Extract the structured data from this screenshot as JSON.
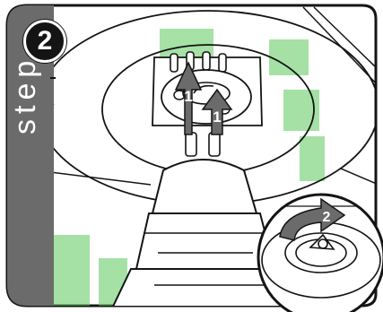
{
  "step": {
    "number": "2",
    "word": "step"
  },
  "arrows": {
    "push_label_left": "1",
    "push_label_right": "1",
    "twist_label": "2"
  },
  "colors": {
    "outline": "#141414",
    "tab": "#6b6b6b",
    "watermark_green": "#5cc95c",
    "watermark_blue": "#3f5f9a"
  },
  "icons": {
    "push_arrow": "arrow-up-icon",
    "twist_arrow": "rotate-clockwise-icon"
  }
}
